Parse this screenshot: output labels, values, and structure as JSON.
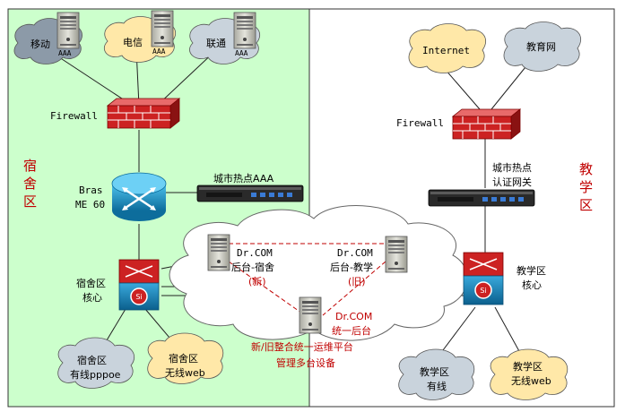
{
  "zones": {
    "dorm": "宿舍区",
    "teach": "教学区"
  },
  "isps": {
    "mobile": "移动",
    "telecom": "电信",
    "unicom": "联通",
    "aaa": "AAA"
  },
  "right_clouds": {
    "internet": "Internet",
    "edu": "教育网"
  },
  "firewall": {
    "left": "Firewall",
    "right": "Firewall"
  },
  "bras": {
    "line1": "Bras",
    "line2": "ME 60"
  },
  "city_hotspot_aaa": "城市热点AAA",
  "city_gateway": {
    "line1": "城市热点",
    "line2": "认证网关"
  },
  "drcom_dorm": {
    "line1": "Dr.COM",
    "line2": "后台-宿舍",
    "line3": "(新)"
  },
  "drcom_teach": {
    "line1": "Dr.COM",
    "line2": "后台-教学",
    "line3": "(旧)"
  },
  "drcom_unified": {
    "line1": "Dr.COM",
    "line2": "统一后台"
  },
  "platform_note": {
    "line1": "新/旧整合统一运维平台",
    "line2": "管理多台设备"
  },
  "core": {
    "dorm_line1": "宿舍区",
    "dorm_line2": "核心",
    "teach_line1": "教学区",
    "teach_line2": "核心"
  },
  "access_clouds": {
    "dorm_wired_1": "宿舍区",
    "dorm_wired_2": "有线pppoe",
    "dorm_wifi_1": "宿舍区",
    "dorm_wifi_2": "无线web",
    "teach_wired_1": "教学区",
    "teach_wired_2": "有线",
    "teach_wifi_1": "教学区",
    "teach_wifi_2": "无线web"
  },
  "colors": {
    "dorm_bg": "#ccffcc",
    "cloud_gray": "#8c9aa8",
    "cloud_yellow": "#ffe8a8",
    "cloud_silver": "#c9d3dc",
    "firewall_red": "#cc2222",
    "router_blue": "#1a8fc0",
    "annotation_red": "#c00000"
  }
}
